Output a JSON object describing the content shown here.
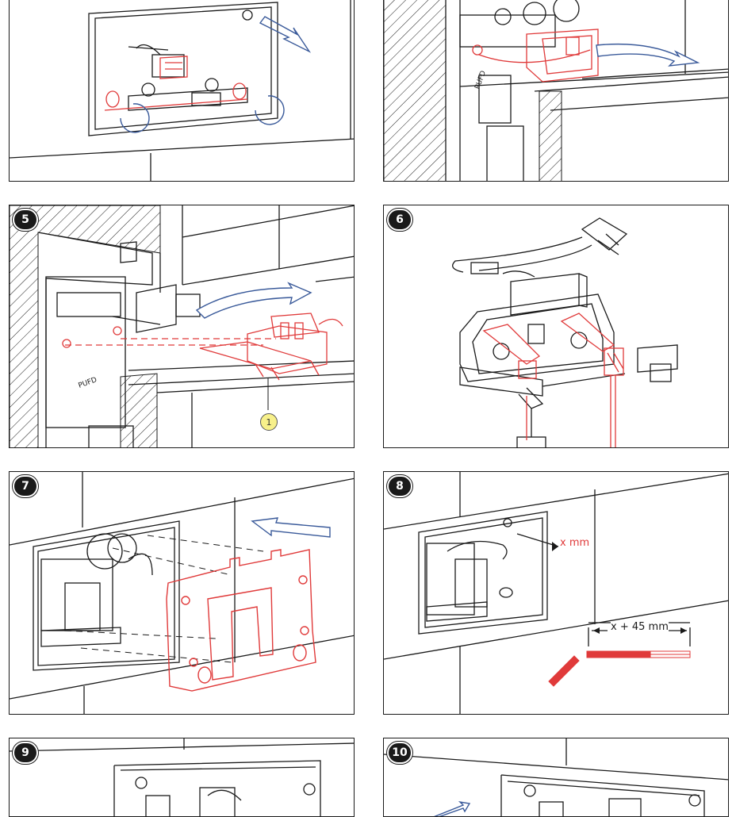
{
  "colors": {
    "line": "#1a1a1a",
    "red": "#e03a3a",
    "blue_arrow": "#3a5a9a",
    "callout_fill": "#f7f08a"
  },
  "panels": {
    "p3": {
      "step": ""
    },
    "p4": {
      "step": ""
    },
    "p5": {
      "step": "5",
      "callout": "1",
      "label_small": "PUFD"
    },
    "p6": {
      "step": "6"
    },
    "p7": {
      "step": "7"
    },
    "p8": {
      "step": "8",
      "dim_wall": "x mm",
      "dim_rod": "x + 45 mm"
    },
    "p9": {
      "step": "9"
    },
    "p10": {
      "step": "10"
    }
  }
}
